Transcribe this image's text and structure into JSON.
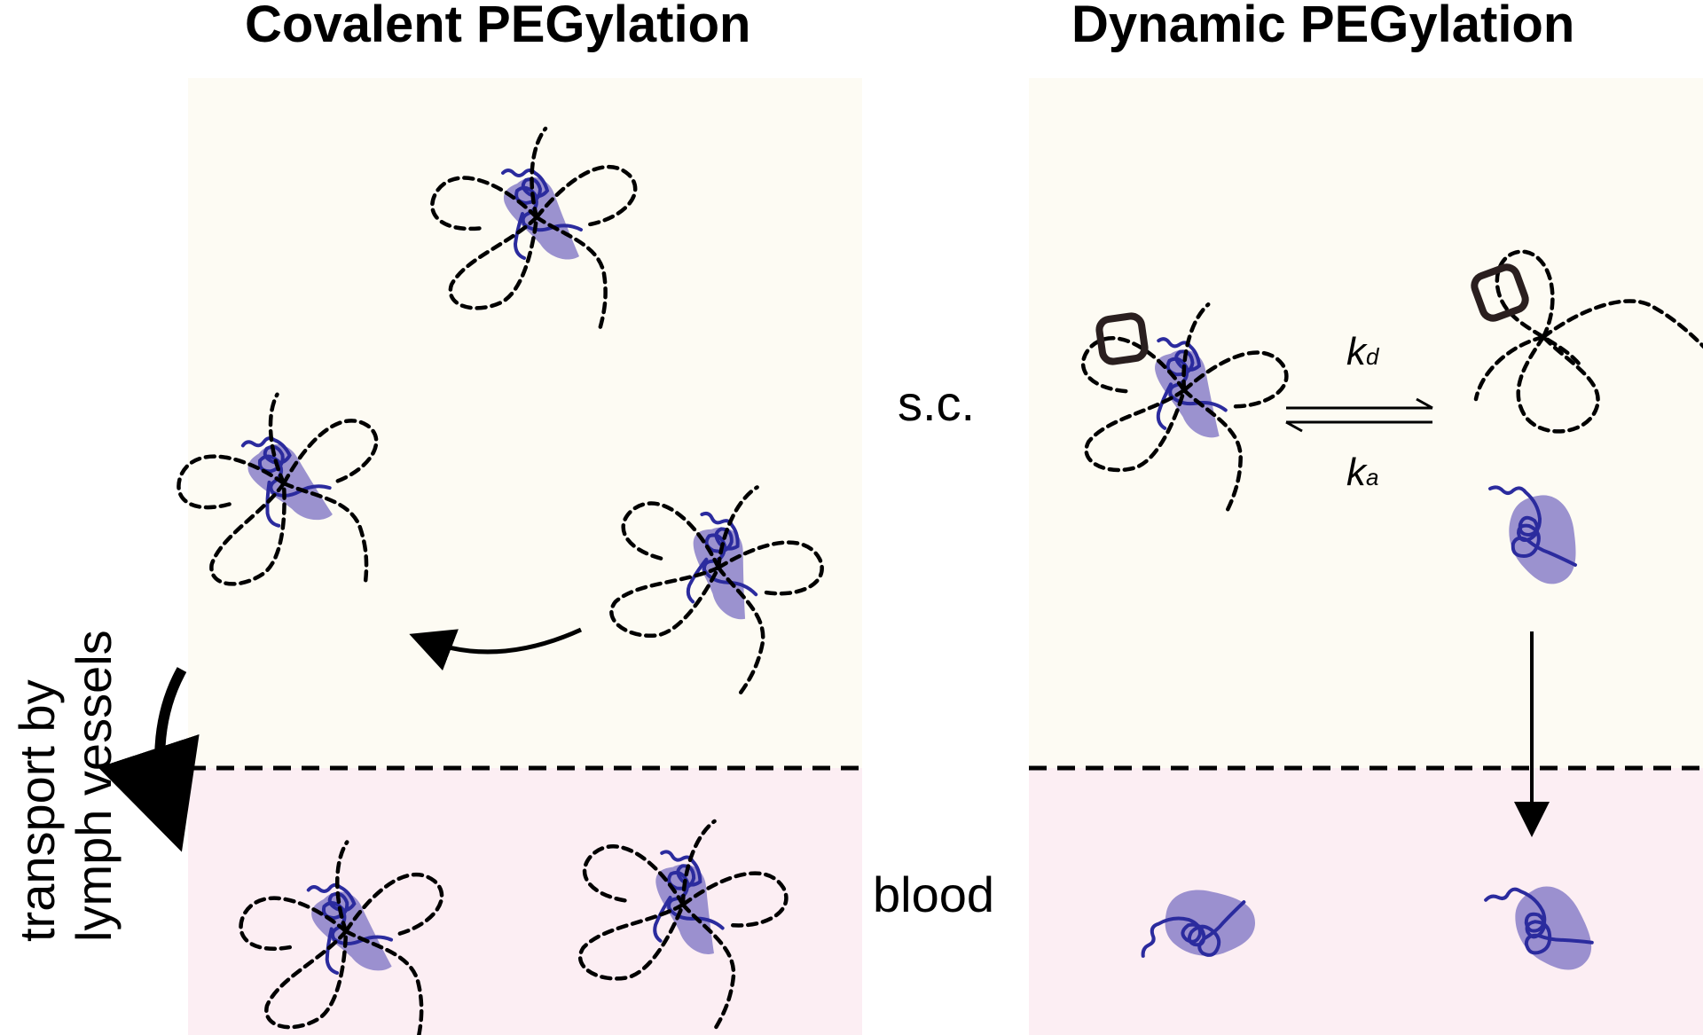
{
  "titles": {
    "left": "Covalent PEGylation",
    "right": "Dynamic PEGylation"
  },
  "labels": {
    "sc": "s.c.",
    "blood": "blood",
    "transport_line1": "transport by",
    "transport_line2": "lymph vessels"
  },
  "rates": {
    "kd_main": "k",
    "kd_sub": "d",
    "ka_main": "k",
    "ka_sub": "a"
  },
  "colors": {
    "sc_region": "#fdfbf3",
    "blood_region": "#fceef3",
    "protein_fill": "#8a7fc8",
    "protein_line": "#2b2b9e",
    "peg": "#000000",
    "host_ring": "#2a1f1f"
  }
}
